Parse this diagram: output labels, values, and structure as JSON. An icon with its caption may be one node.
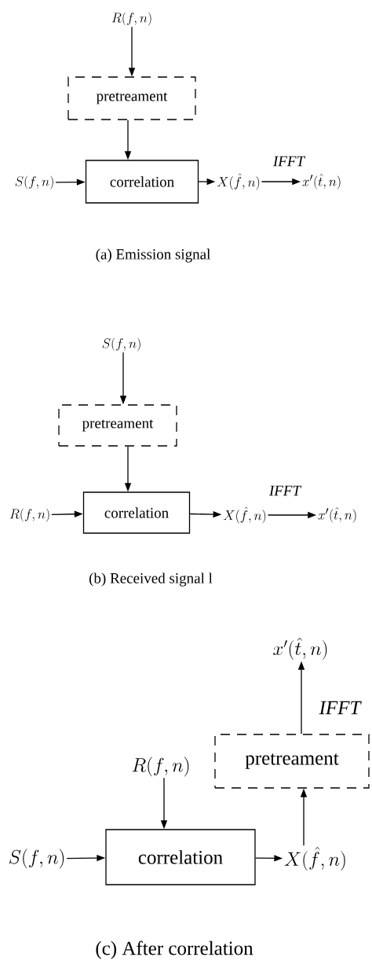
{
  "diagram": {
    "nodes": [
      {
        "text": [
          "R(f,n)"
        ]
      },
      {
        "text": [
          "pretreament"
        ]
      },
      {
        "text": [
          "S(f,n)"
        ]
      },
      {
        "text": [
          "correlation"
        ]
      },
      {
        "text": [
          "X(\\hat{f},n)"
        ]
      },
      {
        "text": [
          "x'(\\hat{t},n)"
        ]
      },
      {
        "text": [
          "S(f,n)"
        ]
      },
      {
        "text": [
          "pretreament"
        ]
      },
      {
        "text": [
          "R(f,n)"
        ]
      },
      {
        "text": [
          "correlation"
        ]
      },
      {
        "text": [
          "X(\\hat{f},n)"
        ]
      },
      {
        "text": [
          "x'(\\hat{t},n)"
        ]
      },
      {
        "text": [
          "x'(\\hat{t},n)"
        ]
      },
      {
        "text": [
          "pretreament"
        ]
      },
      {
        "text": [
          "R(f,n)"
        ]
      },
      {
        "text": [
          "S(f,n)"
        ]
      },
      {
        "text": [
          "correlation"
        ]
      },
      {
        "text": [
          "X(\\hat{f},n)"
        ]
      }
    ],
    "edges": [
      {
        "from": 0,
        "to": 1,
        "arrow": "to"
      },
      {
        "from": 1,
        "to": 3,
        "arrow": "to"
      },
      {
        "from": 2,
        "to": 3,
        "arrow": "to"
      },
      {
        "from": 3,
        "to": 4,
        "arrow": "to"
      },
      {
        "from": 4,
        "to": 5,
        "arrow": "to",
        "label": "IFFT"
      },
      {
        "from": 6,
        "to": 7,
        "arrow": "to"
      },
      {
        "from": 7,
        "to": 9,
        "arrow": "to"
      },
      {
        "from": 8,
        "to": 9,
        "arrow": "to"
      },
      {
        "from": 9,
        "to": 10,
        "arrow": "to"
      },
      {
        "from": 10,
        "to": 11,
        "arrow": "to",
        "label": "IFFT"
      },
      {
        "from": 14,
        "to": 16,
        "arrow": "to"
      },
      {
        "from": 15,
        "to": 16,
        "arrow": "to"
      },
      {
        "from": 16,
        "to": 17,
        "arrow": "to"
      },
      {
        "from": 17,
        "to": 13,
        "arrow": "to"
      },
      {
        "from": 13,
        "to": 12,
        "arrow": "to",
        "label": "IFFT"
      }
    ],
    "labels": [
      "(a) Emission signal",
      "(b) Received signal l",
      "(c) After correlation"
    ]
  }
}
